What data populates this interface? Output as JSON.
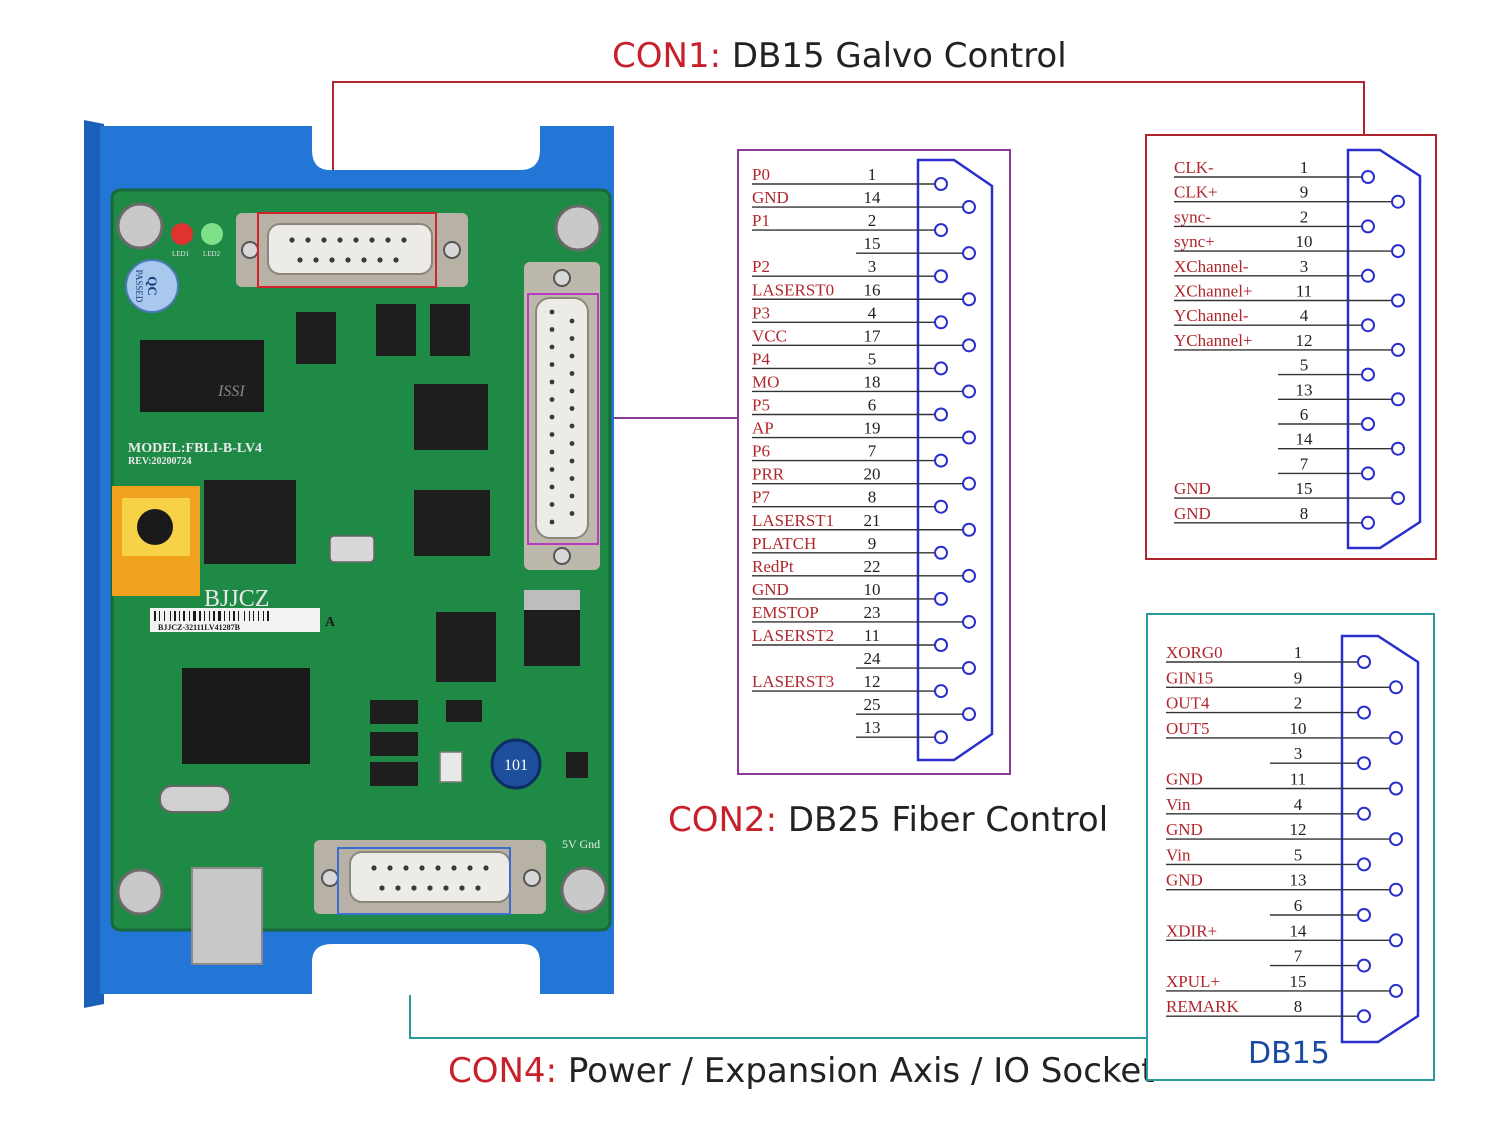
{
  "headings": {
    "con1": {
      "tag": "CON1:",
      "text": "DB15 Galvo Control"
    },
    "con2": {
      "tag": "CON2:",
      "text": "DB25 Fiber Control"
    },
    "con4": {
      "tag": "CON4:",
      "text": "Power / Expansion Axis / IO Socket"
    }
  },
  "colors": {
    "con1_line": "#b0262c",
    "con2_line": "#8a3a96",
    "con4_line": "#2a9a9c",
    "pin_label": "#b0262c",
    "connector_shell": "#2a2ecc",
    "board_case": "#2376d6",
    "pcb": "#1f8a46"
  },
  "board": {
    "model": "MODEL:FBLI-B-LV4",
    "rev": "REV:20200724",
    "brand": "BJJCZ",
    "serial": "BJJCZ-32111LV41287B",
    "serial_grade": "A",
    "qc": "QC",
    "qc_passed": "PASSED",
    "chip_issi": "ISSI",
    "inductor": "101",
    "power_label": "5V Gnd",
    "led1": "LED1",
    "led2": "LED2"
  },
  "con2_pins": [
    {
      "label": "P0",
      "pin": "1"
    },
    {
      "label": "GND",
      "pin": "14"
    },
    {
      "label": "P1",
      "pin": "2"
    },
    {
      "label": "",
      "pin": "15"
    },
    {
      "label": "P2",
      "pin": "3"
    },
    {
      "label": "LASERST0",
      "pin": "16"
    },
    {
      "label": "P3",
      "pin": "4"
    },
    {
      "label": "VCC",
      "pin": "17"
    },
    {
      "label": "P4",
      "pin": "5"
    },
    {
      "label": "MO",
      "pin": "18"
    },
    {
      "label": "P5",
      "pin": "6"
    },
    {
      "label": "AP",
      "pin": "19"
    },
    {
      "label": "P6",
      "pin": "7"
    },
    {
      "label": "PRR",
      "pin": "20"
    },
    {
      "label": "P7",
      "pin": "8"
    },
    {
      "label": "LASERST1",
      "pin": "21"
    },
    {
      "label": "PLATCH",
      "pin": "9"
    },
    {
      "label": "RedPt",
      "pin": "22"
    },
    {
      "label": "GND",
      "pin": "10"
    },
    {
      "label": "EMSTOP",
      "pin": "23"
    },
    {
      "label": "LASERST2",
      "pin": "11"
    },
    {
      "label": "",
      "pin": "24"
    },
    {
      "label": "LASERST3",
      "pin": "12"
    },
    {
      "label": "",
      "pin": "25"
    },
    {
      "label": "",
      "pin": "13"
    }
  ],
  "con1_pins": [
    {
      "label": "CLK-",
      "pin": "1"
    },
    {
      "label": "CLK+",
      "pin": "9"
    },
    {
      "label": "sync-",
      "pin": "2"
    },
    {
      "label": "sync+",
      "pin": "10"
    },
    {
      "label": "XChannel-",
      "pin": "3"
    },
    {
      "label": "XChannel+",
      "pin": "11"
    },
    {
      "label": "YChannel-",
      "pin": "4"
    },
    {
      "label": "YChannel+",
      "pin": "12"
    },
    {
      "label": "",
      "pin": "5"
    },
    {
      "label": "",
      "pin": "13"
    },
    {
      "label": "",
      "pin": "6"
    },
    {
      "label": "",
      "pin": "14"
    },
    {
      "label": "",
      "pin": "7"
    },
    {
      "label": "GND",
      "pin": "15"
    },
    {
      "label": "GND",
      "pin": "8"
    }
  ],
  "con4_pins": [
    {
      "label": "XORG0",
      "pin": "1"
    },
    {
      "label": "GIN15",
      "pin": "9"
    },
    {
      "label": "OUT4",
      "pin": "2"
    },
    {
      "label": "OUT5",
      "pin": "10"
    },
    {
      "label": "",
      "pin": "3"
    },
    {
      "label": "GND",
      "pin": "11"
    },
    {
      "label": "Vin",
      "pin": "4"
    },
    {
      "label": "GND",
      "pin": "12"
    },
    {
      "label": "Vin",
      "pin": "5"
    },
    {
      "label": "GND",
      "pin": "13"
    },
    {
      "label": "",
      "pin": "6"
    },
    {
      "label": "XDIR+",
      "pin": "14"
    },
    {
      "label": "",
      "pin": "7"
    },
    {
      "label": "XPUL+",
      "pin": "15"
    },
    {
      "label": "REMARK",
      "pin": "8"
    }
  ],
  "con4_connector_name": "DB15"
}
